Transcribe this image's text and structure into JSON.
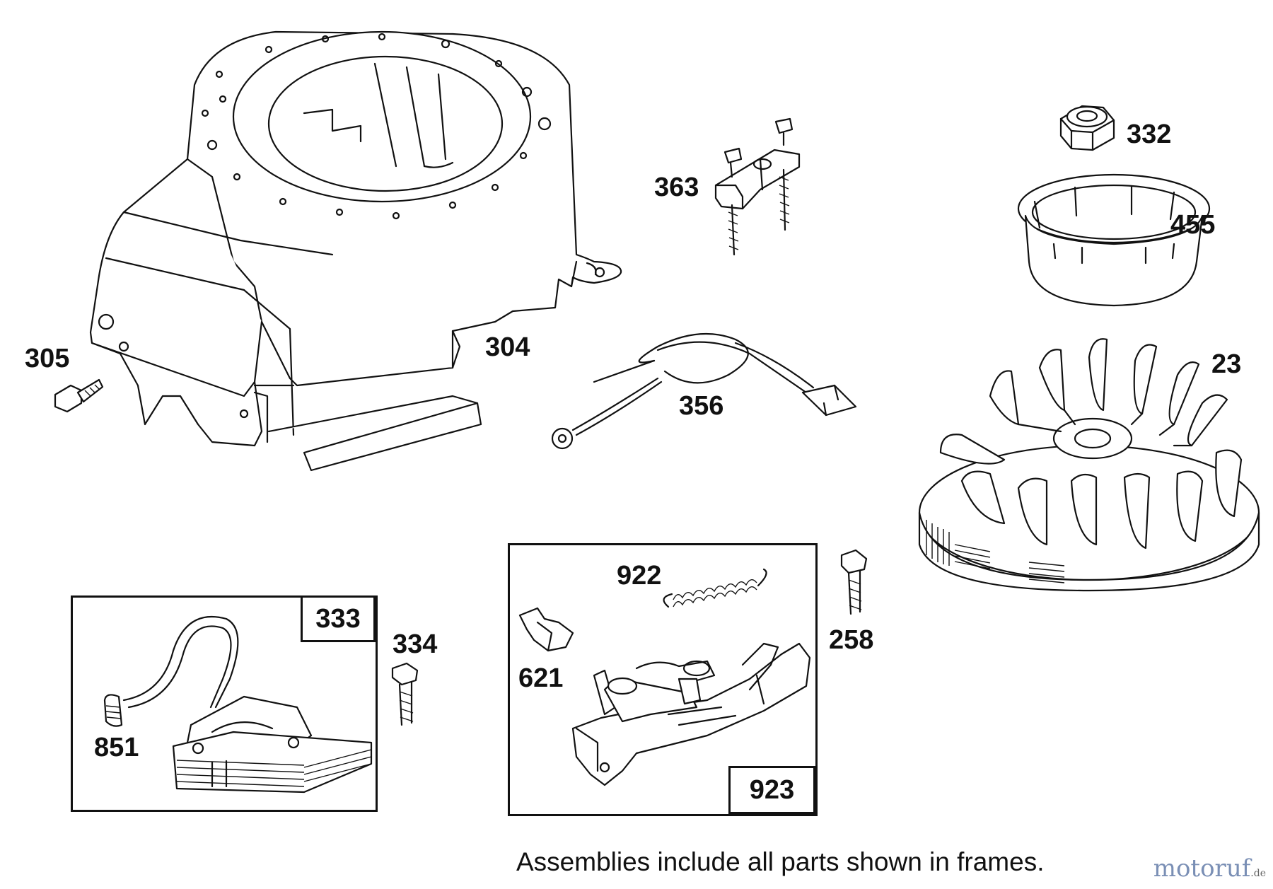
{
  "diagram": {
    "callouts": {
      "p305": "305",
      "p304": "304",
      "p363": "363",
      "p332": "332",
      "p455": "455",
      "p356": "356",
      "p23": "23",
      "p922": "922",
      "p621": "621",
      "p258": "258",
      "p334": "334",
      "p851": "851"
    },
    "frames": {
      "left_tag": "333",
      "right_tag": "923"
    },
    "footnote": "Assemblies include all parts shown in frames.",
    "watermark": {
      "brand": "motoruf",
      "suffix": ".de"
    }
  }
}
